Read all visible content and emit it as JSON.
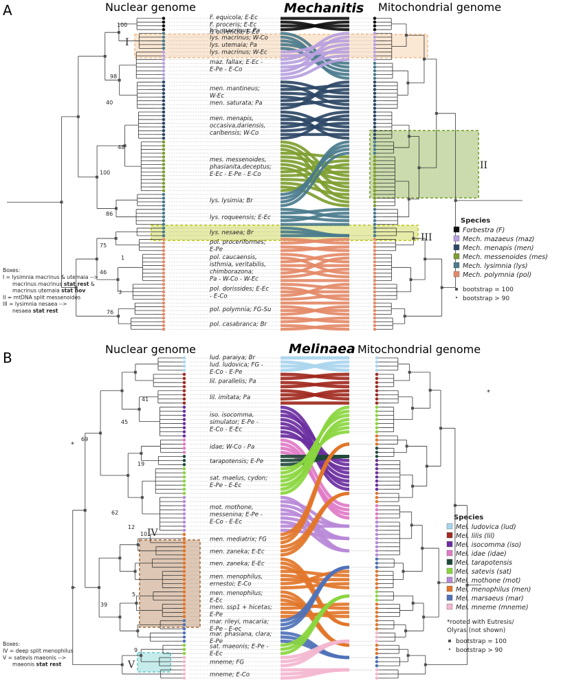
{
  "panelA": {
    "letter": "A",
    "left_title": "Nuclear genome",
    "center_title": "Mechanitis",
    "right_title": "Mitochondrial genome",
    "boxes": [
      {
        "label": "I",
        "color": "#f3c9a0"
      },
      {
        "label": "II",
        "color": "#8bb04a"
      },
      {
        "label": "III",
        "color": "#c7d240"
      }
    ],
    "taxa": [
      {
        "text": [
          "F. equicola; E-Ec",
          "F. proceris; E-Ec",
          "F. olivencia; E-Ec"
        ],
        "color": "#111111",
        "lines": 4
      },
      {
        "text": [
          "lys. macrinus; Pa",
          "lys. macrinus; W-Co",
          "lys. utemaia; Pa",
          "lys. macrinus; W-Ec"
        ],
        "color": "#4a7b8c",
        "lines": 5
      },
      {
        "text": [
          "maz. fallax; E-Ec -",
          "E-Pe - E-Co"
        ],
        "color": "#b7a1de",
        "lines": 8
      },
      {
        "text": [
          "men. mantineus;",
          "W-Ec",
          "men. saturata; Pa"
        ],
        "color": "#2d4866",
        "lines": 8
      },
      {
        "text": [
          "men. menapis,",
          "occasiva,dariensis,",
          "caribensis; W-Co"
        ],
        "color": "#2d4866",
        "lines": 8
      },
      {
        "text": [
          "mes. messenoides,",
          "phasianita,deceptus;",
          "E-Ec - E-Pe - E-Co"
        ],
        "color": "#7e9e30",
        "lines": 14
      },
      {
        "text": [
          "lys. lysimia; Br"
        ],
        "color": "#4a7b8c",
        "lines": 4
      },
      {
        "text": [
          "lys. roqueensis; E-Ec"
        ],
        "color": "#4a7b8c",
        "lines": 5
      },
      {
        "text": [
          "lys. nesaea; Br"
        ],
        "color": "#4a7b8c",
        "lines": 3
      },
      {
        "text": [
          "pol. proceriformes;",
          "E-Pe"
        ],
        "color": "#e48a68",
        "lines": 4
      },
      {
        "text": [
          "pol. caucaensis,",
          "isthmia, veritabilis,",
          "chimborazona;",
          "Pa - W-Co - W-Ec"
        ],
        "color": "#e48a68",
        "lines": 8
      },
      {
        "text": [
          "pol. dorissides; E-Ec",
          "- E-Co"
        ],
        "color": "#e48a68",
        "lines": 5
      },
      {
        "text": [
          "pol. polymnia; FG-Su"
        ],
        "color": "#e48a68",
        "lines": 4
      },
      {
        "text": [
          "pol. casabranca; Br"
        ],
        "color": "#e48a68",
        "lines": 4
      }
    ],
    "bootstrap_nodes": [
      "100",
      "98",
      "40",
      "48",
      "100",
      "86",
      "75",
      "46",
      "1",
      "3",
      "76"
    ],
    "legend": {
      "title": "Species",
      "items": [
        {
          "label": "Forbestra (F)",
          "color": "#111111"
        },
        {
          "label": "Mech. mazaeus (maz)",
          "color": "#b7a1de"
        },
        {
          "label": "Mech. menapis (men)",
          "color": "#2d4866"
        },
        {
          "label": "Mech. messenoides (mes)",
          "color": "#7e9e30"
        },
        {
          "label": "Mech. lysimnia (lys)",
          "color": "#4a7b8c"
        },
        {
          "label": "Mech. polymnia (pol)",
          "color": "#e48a68"
        }
      ],
      "bootstrap_100": "bootstrap = 100",
      "bootstrap_90": "bootstrap > 90"
    },
    "notes": {
      "heading": "Boxes:",
      "lines": [
        "I = lysimnia macrinus & utemaia -->",
        "macrinus macrinus stat rest &",
        "macrinus utemaia stat nov",
        "II = mtDNA split messenoides",
        "III = lysimnia nesaea -->",
        "nesaea stat rest"
      ]
    }
  },
  "panelB": {
    "letter": "B",
    "left_title": "Nuclear genome",
    "center_title": "Melinaea",
    "right_title": "Mitochondrial genome",
    "boxes": [
      {
        "label": "IV",
        "color": "#b5835a"
      },
      {
        "label": "V",
        "color": "#7fd3d1"
      }
    ],
    "taxa": [
      {
        "text": [
          "lud. paraiya; Br",
          "lud. ludovica; FG -",
          "E-Co - E-Pe"
        ],
        "color": "#a9d5ee",
        "lines": 4
      },
      {
        "text": [
          "lil. parallelis; Pa"
        ],
        "color": "#a12a1f",
        "lines": 4
      },
      {
        "text": [
          "lil. imitata; Pa"
        ],
        "color": "#a12a1f",
        "lines": 4
      },
      {
        "text": [
          "iso. isocomma,",
          "simulator; E-Pe -",
          "E-Co - E-Ec"
        ],
        "color": "#6a2ea0",
        "lines": 8
      },
      {
        "text": [
          "idae; W-Co - Pa"
        ],
        "color": "#e07ac7",
        "lines": 4
      },
      {
        "text": [
          "tarapotensis; E-Pe"
        ],
        "color": "#1f4a3a",
        "lines": 3
      },
      {
        "text": [
          "sat. maelus, cydon;",
          "E-Pe - E-Ec"
        ],
        "color": "#8ad63e",
        "lines": 7
      },
      {
        "text": [
          "mot. mothone,",
          "messenina; E-Pe -",
          "E-Co - E-Ec"
        ],
        "color": "#b989d8",
        "lines": 9
      },
      {
        "text": [
          "men. mediatrix; FG"
        ],
        "color": "#e2762a",
        "lines": 3
      },
      {
        "text": [
          "men. zaneka; E-Ec"
        ],
        "color": "#e2762a",
        "lines": 3
      },
      {
        "text": [
          "men. zaneka; E-Ec"
        ],
        "color": "#e2762a",
        "lines": 3
      },
      {
        "text": [
          "men. menophilus,",
          "ernestoi; E-Co"
        ],
        "color": "#e2762a",
        "lines": 5
      },
      {
        "text": [
          "men. menophilus;",
          "E-Ec"
        ],
        "color": "#e2762a",
        "lines": 3
      },
      {
        "text": [
          "men. ssp1 + hicetas;",
          "E-Pe"
        ],
        "color": "#e2762a",
        "lines": 4
      },
      {
        "text": [
          "mar. rileyi, macaria;",
          "E-Pe - E-ec"
        ],
        "color": "#4f72b8",
        "lines": 3
      },
      {
        "text": [
          "mar. phasiana, clara;",
          "E-Pe"
        ],
        "color": "#4f72b8",
        "lines": 3
      },
      {
        "text": [
          "sat. maeonis; E-Pe -",
          "E-Ec"
        ],
        "color": "#8ad63e",
        "lines": 3
      },
      {
        "text": [
          "mneme; FG"
        ],
        "color": "#f3b6cf",
        "lines": 3
      },
      {
        "text": [
          "mneme; E-Co"
        ],
        "color": "#f3b6cf",
        "lines": 3
      }
    ],
    "bootstrap_nodes": [
      "41",
      "45",
      "69",
      "19",
      "62",
      "12",
      "10",
      "5",
      "39",
      "9"
    ],
    "legend": {
      "title": "Species",
      "items": [
        {
          "label": "Mel. ludovica (lud)",
          "color": "#a9d5ee"
        },
        {
          "label": "Mel. lilis (lil)",
          "color": "#a12a1f"
        },
        {
          "label": "Mel. isocomma (iso)",
          "color": "#6a2ea0"
        },
        {
          "label": "Mel. idae (idae)",
          "color": "#e07ac7"
        },
        {
          "label": "Mel. tarapotensis",
          "color": "#1f4a3a"
        },
        {
          "label": "Mel. satevis (sat)",
          "color": "#8ad63e"
        },
        {
          "label": "Mel. mothone (mot)",
          "color": "#b989d8"
        },
        {
          "label": "Mel. menophilus (men)",
          "color": "#e2762a"
        },
        {
          "label": "Mel. marsaeus (mar)",
          "color": "#4f72b8"
        },
        {
          "label": "Mel. mneme (mneme)",
          "color": "#f3b6cf"
        }
      ],
      "root_note": [
        "*rooted with Eutresis/",
        "Olyras (not shown)"
      ],
      "bootstrap_100": "bootstrap = 100",
      "bootstrap_90": "bootstrap > 90"
    },
    "notes": {
      "heading": "Boxes:",
      "lines": [
        "IV = deep split menophilus",
        "V  = satevis maeonis -->",
        "maeonis stat rest"
      ]
    },
    "asterisk": "*"
  }
}
